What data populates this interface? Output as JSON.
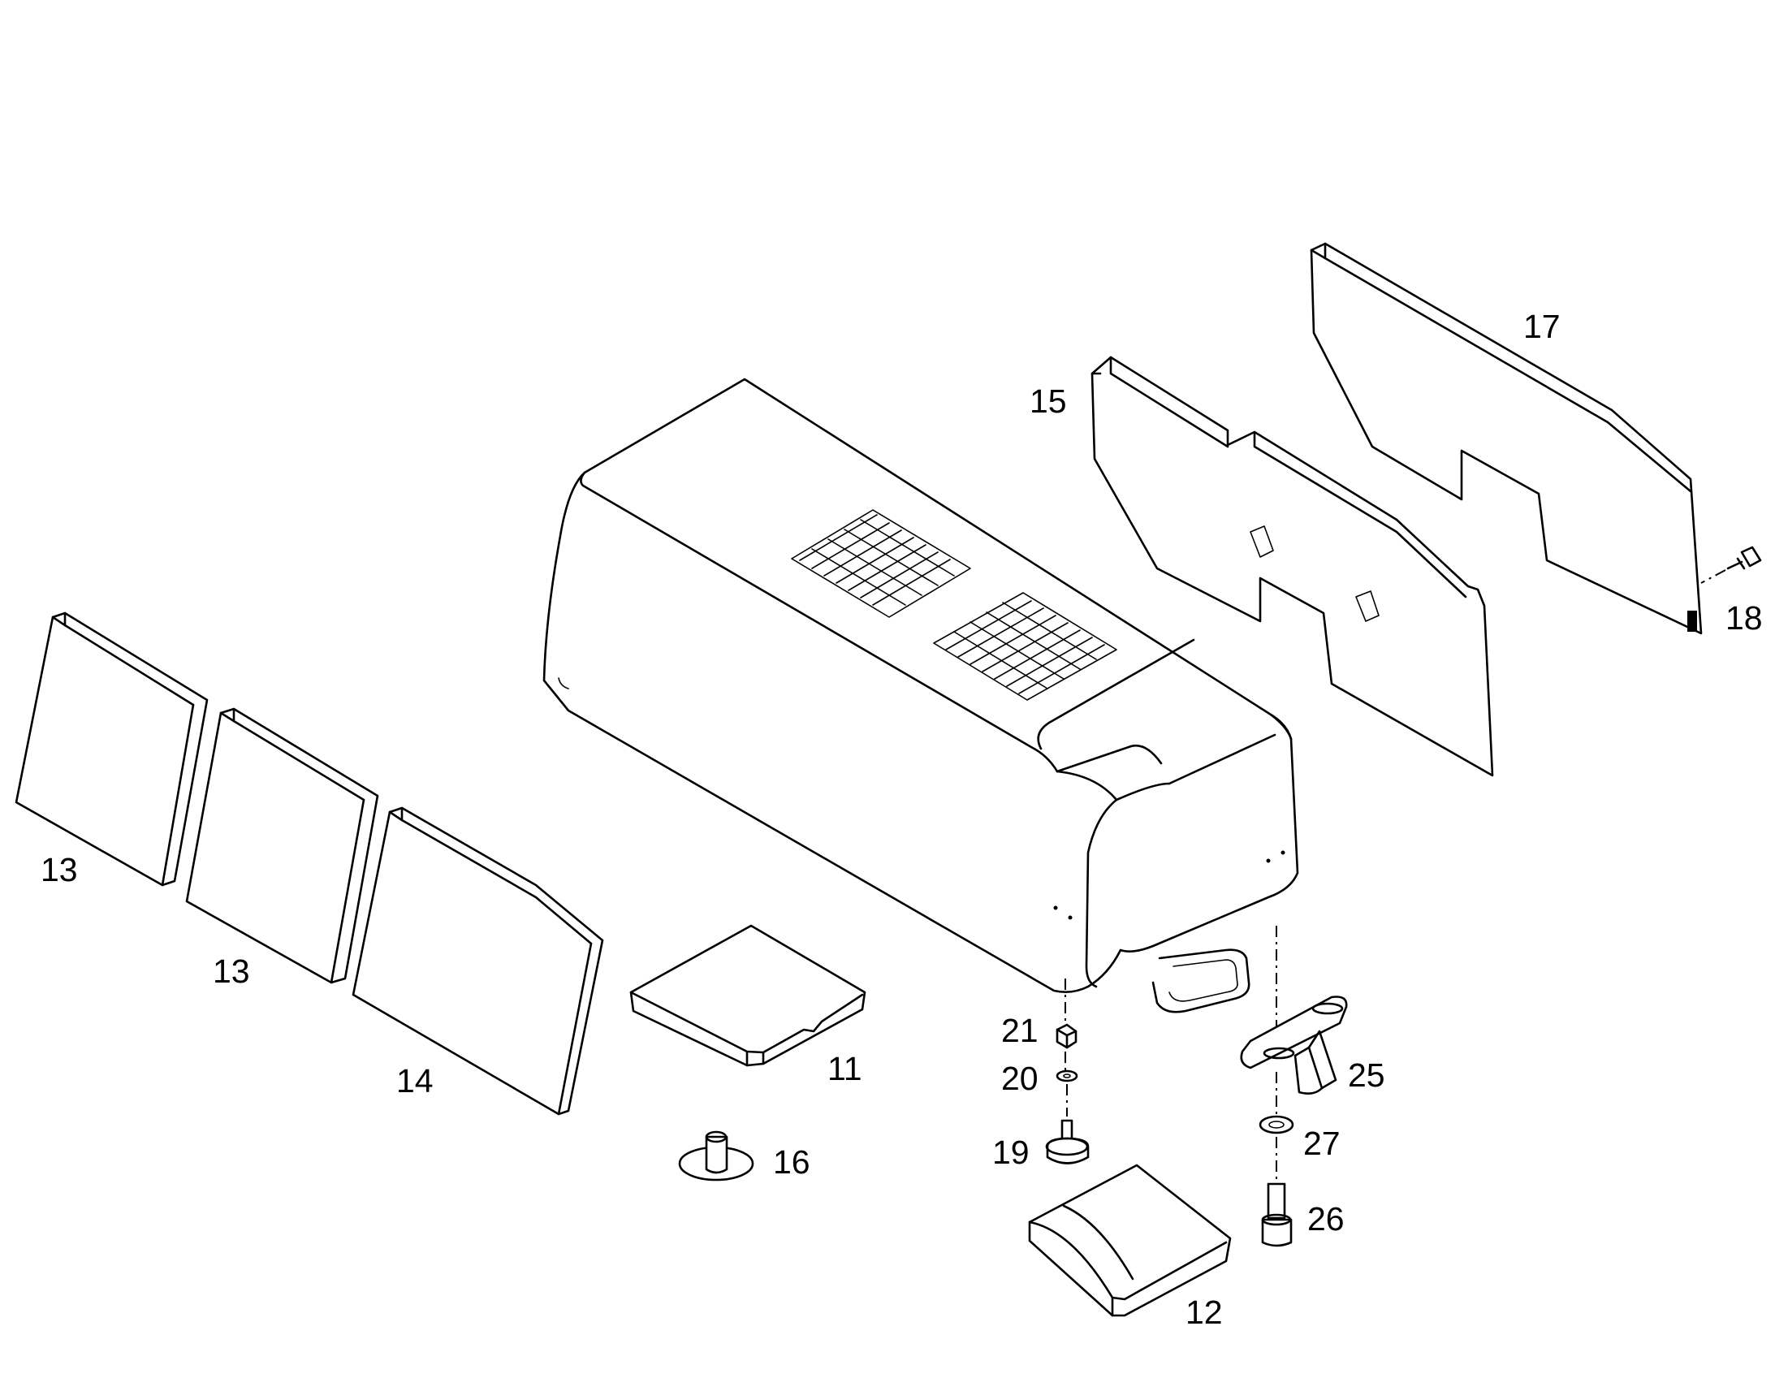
{
  "callouts": {
    "c11": "11",
    "c12": "12",
    "c13a": "13",
    "c13b": "13",
    "c14": "14",
    "c15": "15",
    "c16": "16",
    "c17": "17",
    "c18": "18",
    "c19": "19",
    "c20": "20",
    "c21": "21",
    "c25": "25",
    "c26": "26",
    "c27": "27"
  }
}
